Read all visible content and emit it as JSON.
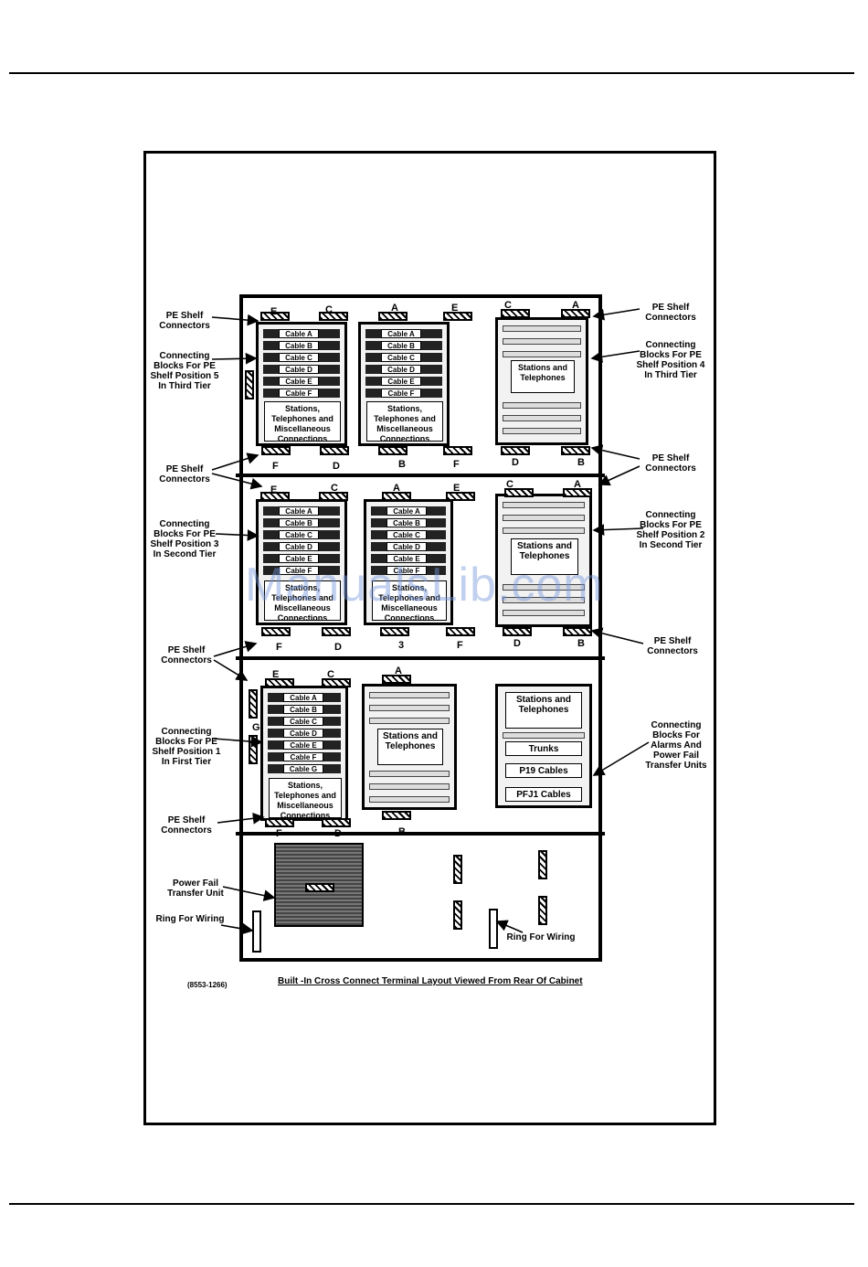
{
  "labels": {
    "l_pe1": "PE Shelf Connectors",
    "l_cb5": "Connecting Blocks For PE Shelf Position 5 In Third Tier",
    "l_pe2": "PE Shelf Connectors",
    "l_cb3": "Connecting Blocks For PE Shelf Position 3 In Second Tier",
    "l_pe3": "PE Shelf Connectors",
    "l_cb1": "Connecting Blocks For PE Shelf Position 1 In First Tier",
    "l_pe4": "PE Shelf Connectors",
    "l_pft": "Power Fail Transfer Unit",
    "l_ring1": "Ring For Wiring",
    "r_pe1": "PE Shelf Connectors",
    "r_cb4": "Connecting Blocks For PE Shelf Position 4 In Third Tier",
    "r_pe2": "PE Shelf Connectors",
    "r_cb2": "Connecting Blocks For PE Shelf Position 2 In Second Tier",
    "r_pe3": "PE Shelf Connectors",
    "r_alarm": "Connecting Blocks For Alarms And Power Fail Transfer Units",
    "r_ring2": "Ring For Wiring"
  },
  "cables": {
    "six": [
      "Cable A",
      "Cable B",
      "Cable C",
      "Cable D",
      "Cable E",
      "Cable F"
    ],
    "seven": [
      "Cable A",
      "Cable B",
      "Cable C",
      "Cable D",
      "Cable E",
      "Cable F",
      "Cable G"
    ]
  },
  "block_text": {
    "stm": "Stations, Telephones and Miscellaneous Connections",
    "st": "Stations and Telephones",
    "trunks": "Trunks",
    "p19": "P19 Cables",
    "pfj1": "PFJ1 Cables"
  },
  "letters": {
    "t3_top": [
      "E",
      "C",
      "A",
      "E",
      "C",
      "A"
    ],
    "t3_bot": [
      "F",
      "D",
      "B",
      "F",
      "D",
      "B"
    ],
    "t2_top": [
      "E",
      "C",
      "A",
      "E",
      "C",
      "A"
    ],
    "t2_bot": [
      "F",
      "D",
      "3",
      "F",
      "D",
      "B"
    ],
    "t1_top": [
      "E",
      "C",
      "A"
    ],
    "t1_bot": [
      "F",
      "D",
      "B"
    ],
    "t1_side": "G"
  },
  "caption": {
    "id": "(8553-1266)",
    "title": "Built -In Cross Connect Terminal Layout Viewed From Rear Of Cabinet"
  },
  "watermark": "ManualsLib.com"
}
